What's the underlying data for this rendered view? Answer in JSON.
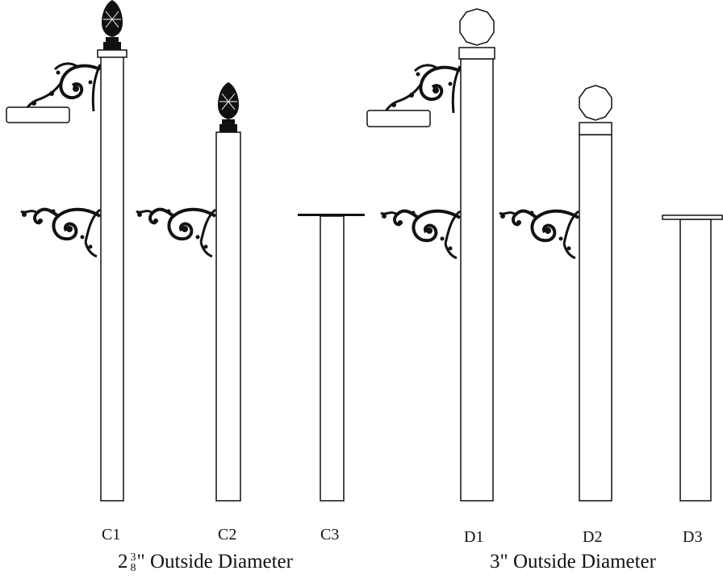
{
  "posts": [
    {
      "id": "C1",
      "label": "C1"
    },
    {
      "id": "C2",
      "label": "C2"
    },
    {
      "id": "C3",
      "label": "C3"
    },
    {
      "id": "D1",
      "label": "D1"
    },
    {
      "id": "D2",
      "label": "D2"
    },
    {
      "id": "D3",
      "label": "D3"
    }
  ],
  "captions": {
    "left_whole": "2",
    "left_frac_num": "3",
    "left_frac_den": "8",
    "left_rest": "\" Outside Diameter",
    "right": "3\" Outside Diameter"
  },
  "colors": {
    "line": "#111111",
    "fill": "#ffffff"
  }
}
